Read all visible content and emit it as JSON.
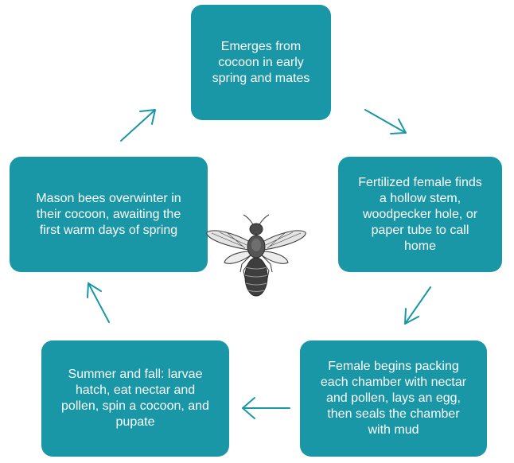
{
  "colors": {
    "box_fill": "#1a97a7",
    "box_text": "#ffffff",
    "arrow": "#1a97a7",
    "illustration": "#3a3a3a"
  },
  "stages": [
    {
      "id": "top",
      "text": "Emerges from cocoon in early spring and mates"
    },
    {
      "id": "right",
      "text": "Fertilized female finds a hollow stem, woodpecker hole, or paper tube to call home"
    },
    {
      "id": "bottom-right",
      "text": "Female begins packing each chamber with nectar and pollen, lays an egg, then seals the chamber with mud"
    },
    {
      "id": "bottom-left",
      "text": "Summer and fall: larvae hatch, eat nectar and pollen, spin a cocoon, and pupate"
    },
    {
      "id": "left",
      "text": "Mason bees overwinter in their cocoon, awaiting the first warm days of spring"
    }
  ],
  "illustration": {
    "icon": "bee-icon"
  }
}
